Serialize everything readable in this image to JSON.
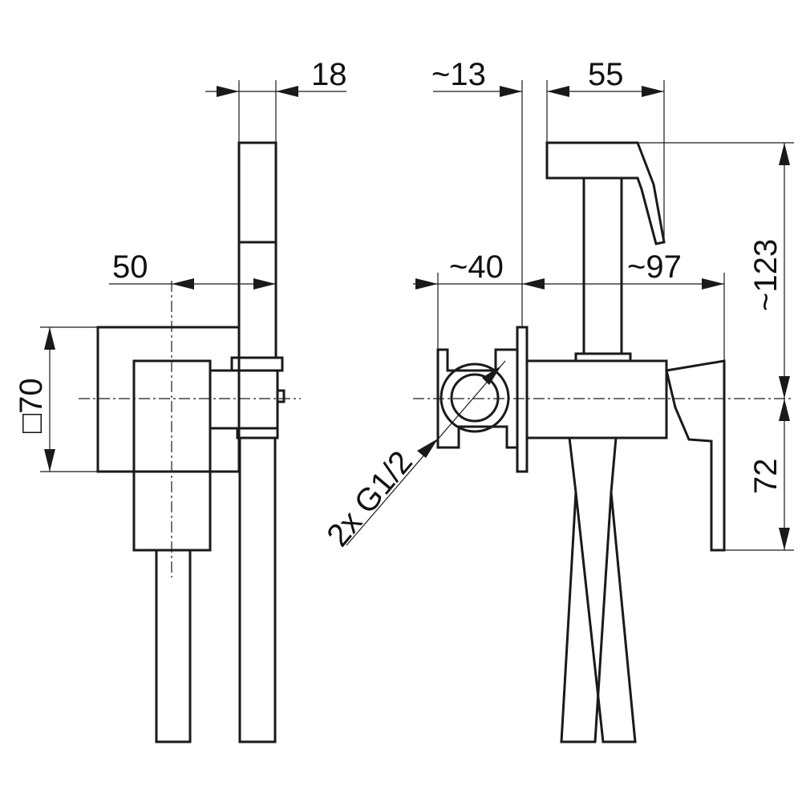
{
  "drawing": {
    "side_view": {
      "dim_top": "18",
      "dim_mid": "50",
      "dim_height": "□70"
    },
    "front_view": {
      "dim_top_left": "~13",
      "dim_top_right": "55",
      "dim_mid_left": "~40",
      "dim_mid_right": "~97",
      "dim_upper_height": "~123",
      "dim_lower_height": "72",
      "thread_callout": "2x G1/2"
    }
  }
}
